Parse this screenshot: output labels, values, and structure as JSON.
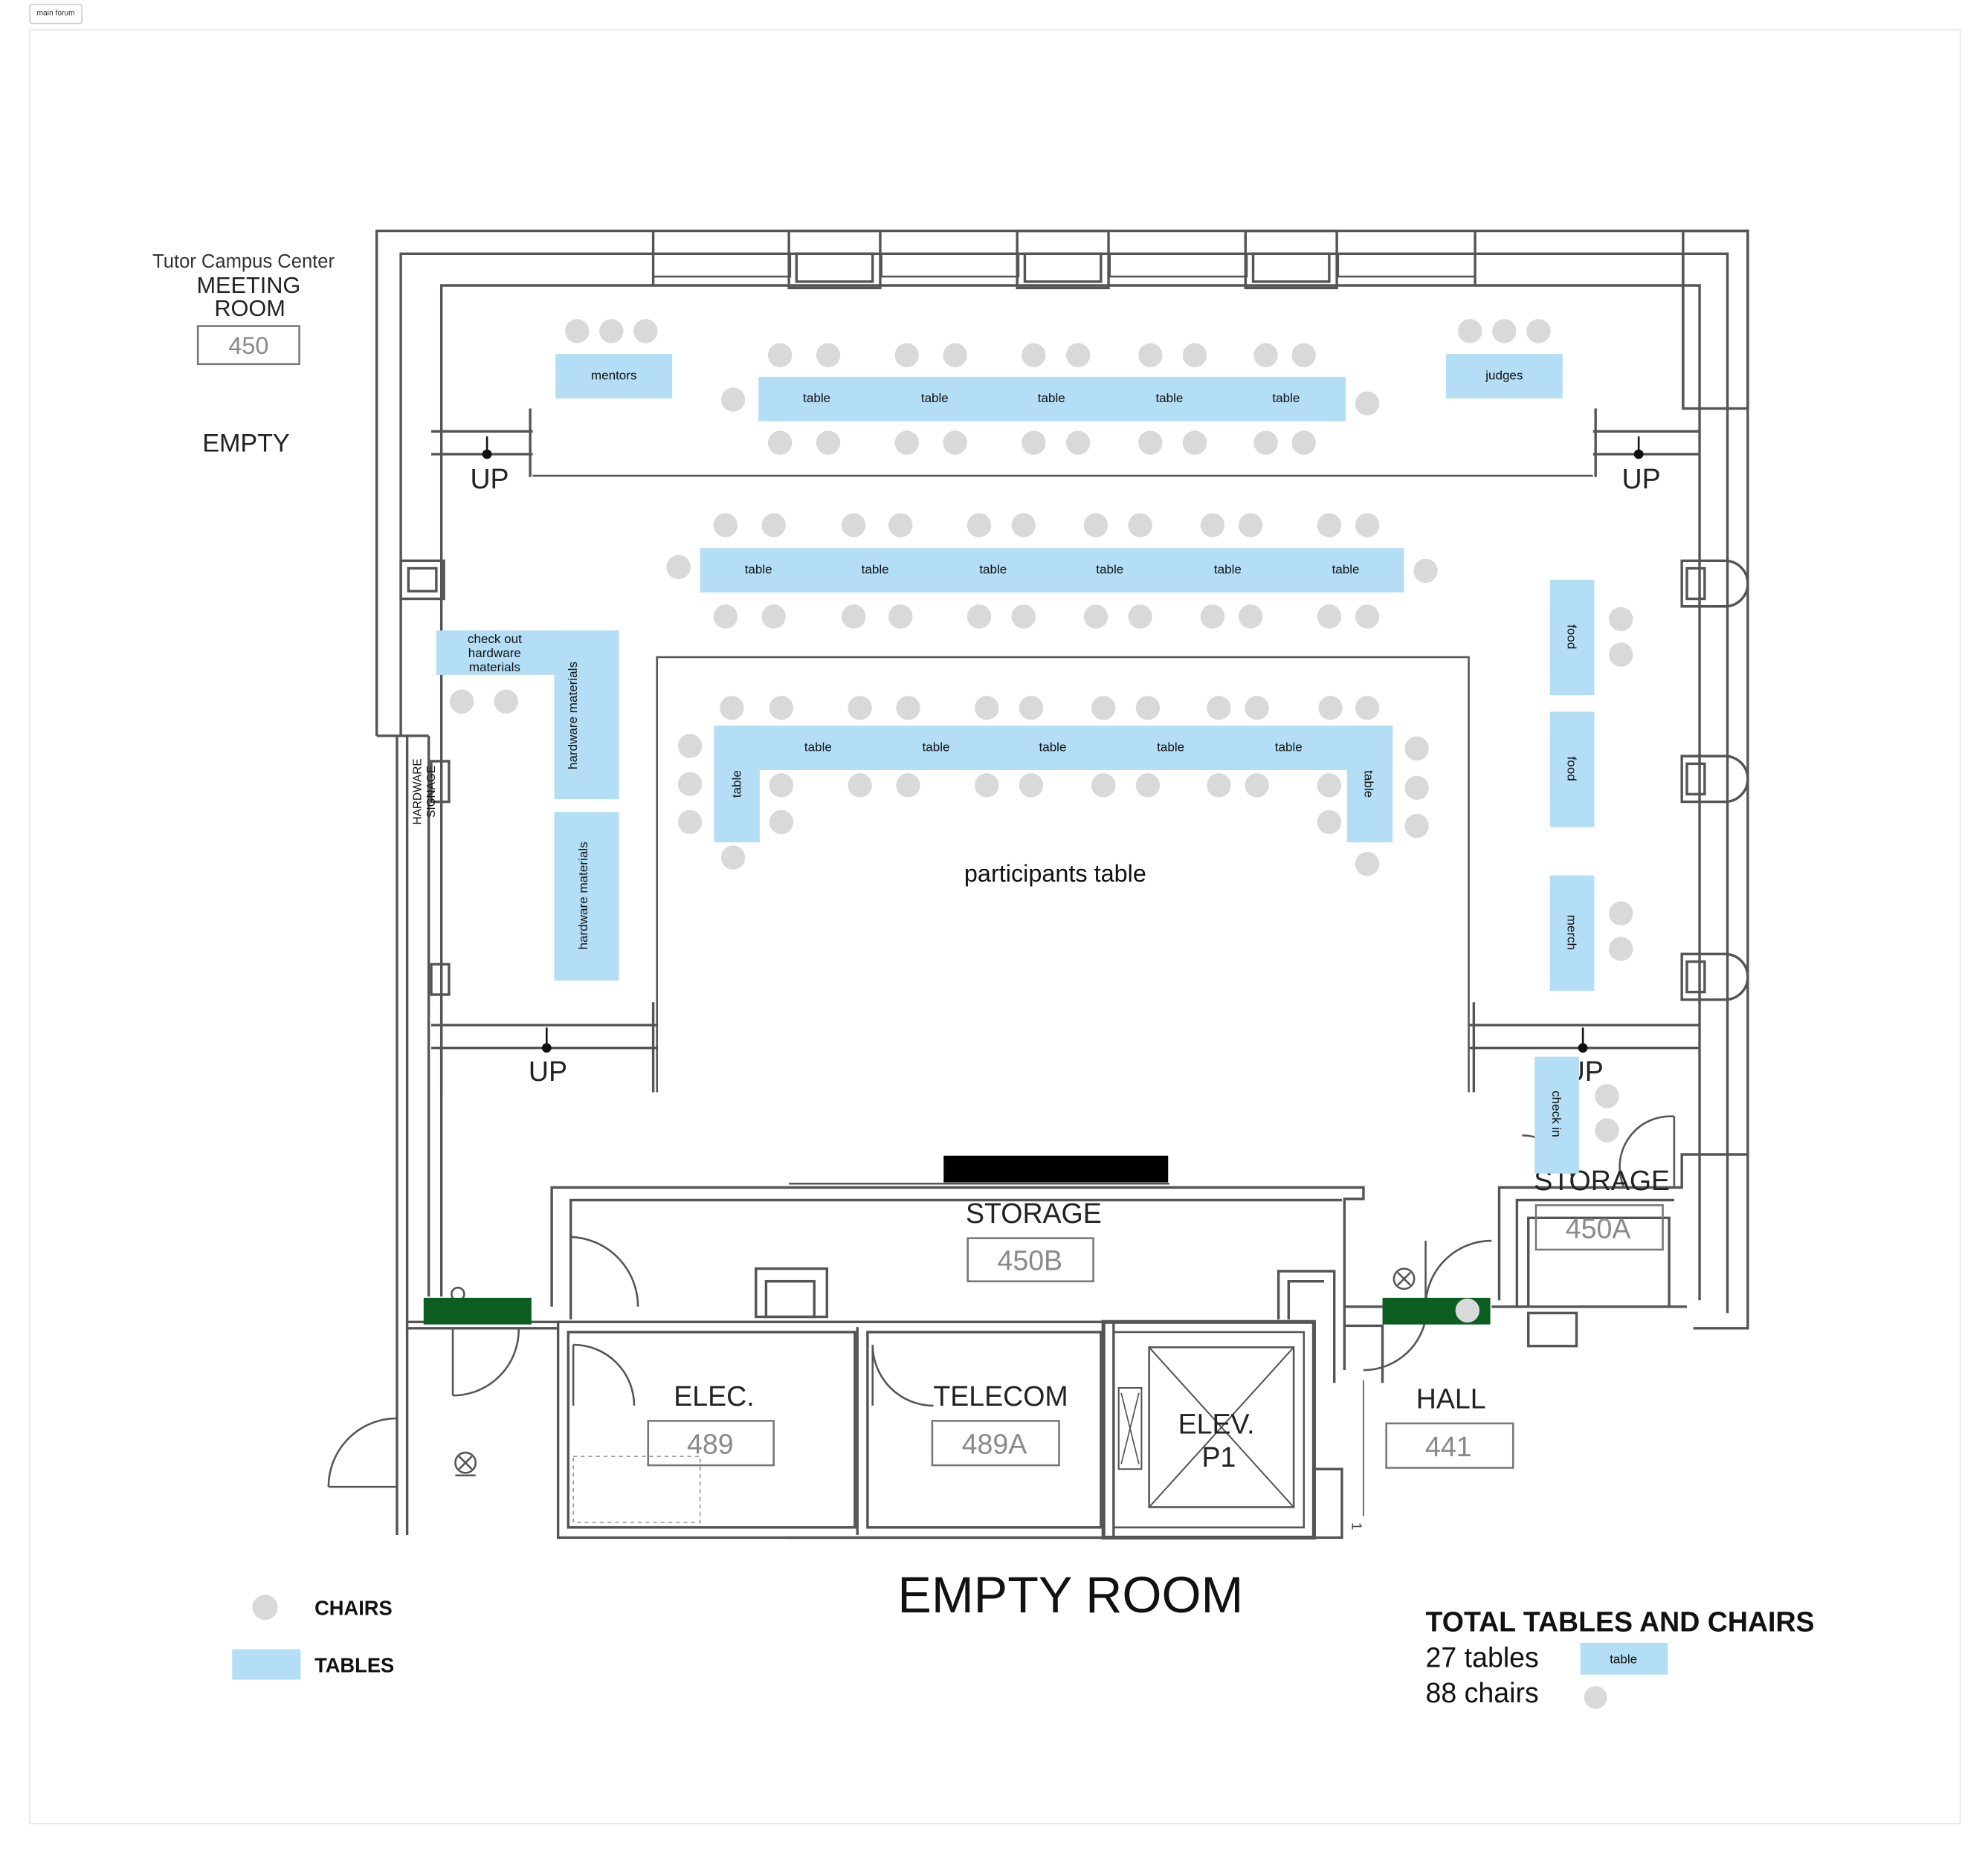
{
  "frame_label": "main forum",
  "colors": {
    "table": "#b3def6",
    "chair": "#d9d9d9",
    "wall": "#555555",
    "marker_green": "#0b5e1f",
    "marker_black": "#000000",
    "room_number": "#8a8a8a"
  },
  "building": {
    "line1": "Tutor Campus Center",
    "line2": "MEETING",
    "line3": "ROOM",
    "room_number": "450",
    "status": "EMPTY"
  },
  "rooms": {
    "storage_main": {
      "label": "STORAGE",
      "number": "450B"
    },
    "storage_side": {
      "label": "STORAGE",
      "number": "450A"
    },
    "elec": {
      "label": "ELEC.",
      "number": "489"
    },
    "telecom": {
      "label": "TELECOM",
      "number": "489A"
    },
    "elevator": {
      "line1": "ELEV.",
      "line2": "P1"
    },
    "hall": {
      "label": "HALL",
      "number": "441"
    },
    "empty_room": "EMPTY ROOM"
  },
  "stairs_label": "UP",
  "corridor_tag": "1",
  "signage": {
    "line1": "HARDWARE",
    "line2": "SIGNAGE"
  },
  "tables": {
    "table": "table",
    "mentors": "mentors",
    "judges": "judges",
    "checkout_line1": "check out",
    "checkout_line2": "hardware",
    "checkout_line3": "materials",
    "hardware_materials": "hardware materials",
    "food": "food",
    "merch": "merch",
    "check_in": "check in"
  },
  "participants_label": "participants table",
  "legend": {
    "chairs": "CHAIRS",
    "tables": "TABLES"
  },
  "totals": {
    "title": "TOTAL TABLES AND CHAIRS",
    "tables": "27 tables",
    "chairs": "88 chairs",
    "sample_table": "table"
  }
}
